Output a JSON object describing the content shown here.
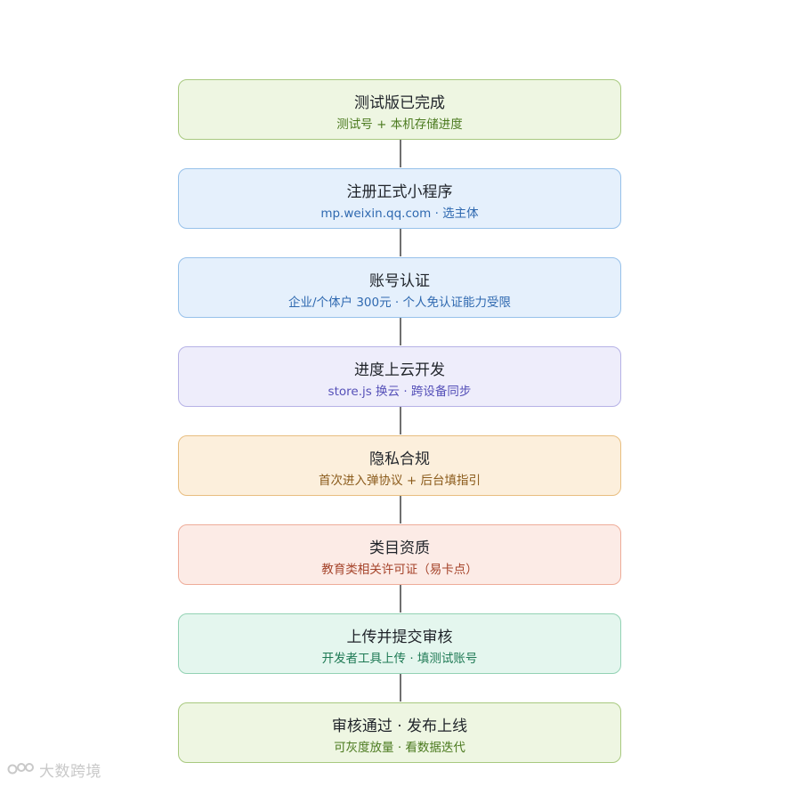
{
  "steps": [
    {
      "title": "测试版已完成",
      "subtitle": "测试号 + 本机存储进度",
      "fill": "#eef6e2",
      "border": "#a8c97f",
      "text_color": "#4b7a1f"
    },
    {
      "title": "注册正式小程序",
      "subtitle": "mp.weixin.qq.com · 选主体",
      "fill": "#e5f0fc",
      "border": "#97c1ea",
      "text_color": "#2f69b0"
    },
    {
      "title": "账号认证",
      "subtitle": "企业/个体户 300元 · 个人免认证能力受限",
      "fill": "#e5f0fc",
      "border": "#97c1ea",
      "text_color": "#2f69b0"
    },
    {
      "title": "进度上云开发",
      "subtitle": "store.js 换云 · 跨设备同步",
      "fill": "#eeedfb",
      "border": "#b6b2e6",
      "text_color": "#5550b8"
    },
    {
      "title": "隐私合规",
      "subtitle": "首次进入弹协议 + 后台填指引",
      "fill": "#fcefdc",
      "border": "#e8be80",
      "text_color": "#8a5a1a"
    },
    {
      "title": "类目资质",
      "subtitle": "教育类相关许可证（易卡点）",
      "fill": "#fcebe6",
      "border": "#eeac99",
      "text_color": "#a5432a"
    },
    {
      "title": "上传并提交审核",
      "subtitle": "开发者工具上传 · 填测试账号",
      "fill": "#e4f6ee",
      "border": "#93d2b4",
      "text_color": "#1f7a55"
    },
    {
      "title": "审核通过 · 发布上线",
      "subtitle": "可灰度放量 · 看数据迭代",
      "fill": "#eef6e2",
      "border": "#a8c97f",
      "text_color": "#4b7a1f"
    }
  ],
  "connector_color": "#6f6f6f",
  "watermark": {
    "text": "大数跨境",
    "icon": "brand-logo-icon"
  }
}
